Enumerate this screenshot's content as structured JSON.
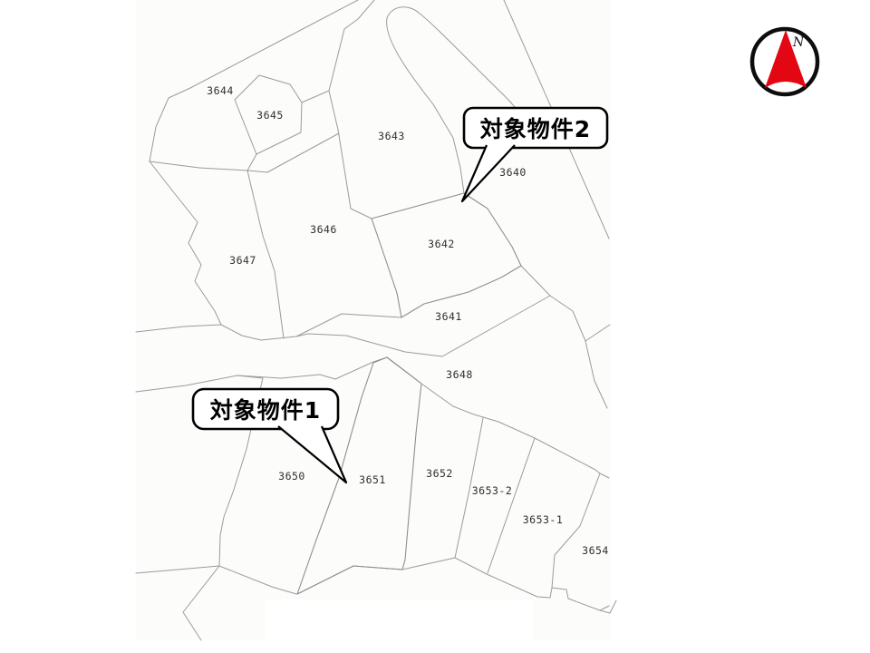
{
  "map": {
    "parcels": [
      {
        "id": "3644",
        "hatched": false
      },
      {
        "id": "3645",
        "hatched": false
      },
      {
        "id": "3643",
        "hatched": false
      },
      {
        "id": "3640",
        "hatched": false
      },
      {
        "id": "3646",
        "hatched": false
      },
      {
        "id": "3647",
        "hatched": false
      },
      {
        "id": "3642",
        "hatched": true
      },
      {
        "id": "3641",
        "hatched": false
      },
      {
        "id": "3648",
        "hatched": false
      },
      {
        "id": "3650",
        "hatched": false
      },
      {
        "id": "3651",
        "hatched": true
      },
      {
        "id": "3652",
        "hatched": false
      },
      {
        "id": "3653-2",
        "hatched": false
      },
      {
        "id": "3653-1",
        "hatched": false
      },
      {
        "id": "3654",
        "hatched": false
      }
    ],
    "callouts": [
      {
        "label": "対象物件2",
        "points_to_parcel": "3642"
      },
      {
        "label": "対象物件1",
        "points_to_parcel": "3651"
      }
    ],
    "compass": {
      "label": "N",
      "arrow_color": "#e30613"
    }
  },
  "colors": {
    "paper": "#fcfcfa",
    "boundary_line": "#9b9ba0",
    "hatch_line": "#77777c",
    "parcel_label": "#2f2f33",
    "callout_border": "#000000",
    "compass_arrow": "#e30613"
  }
}
